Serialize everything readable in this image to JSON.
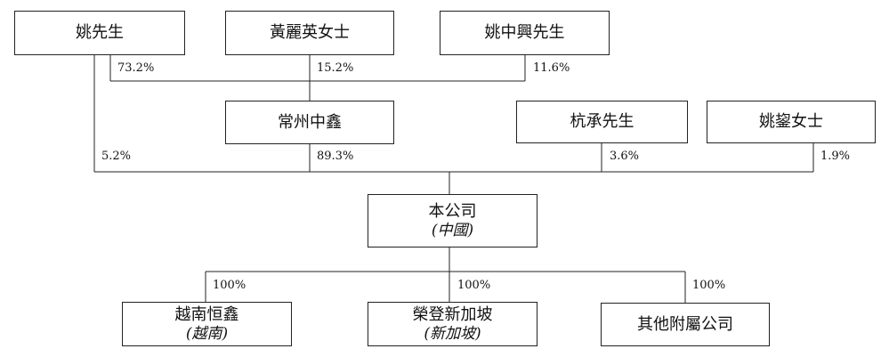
{
  "shareholders": {
    "yao": "姚先生",
    "huang": "黃麗英女士",
    "yao_zhongxing": "姚中興先生",
    "changzhou": "常州中鑫",
    "hang": "杭承先生",
    "yao_ms": "姚鋆女士"
  },
  "company": {
    "name": "本公司",
    "sub": "(中國)"
  },
  "subsidiaries": {
    "vietnam": {
      "name": "越南恒鑫",
      "sub": "(越南)"
    },
    "singapore": {
      "name": "榮登新加坡",
      "sub": "(新加坡)"
    },
    "others": {
      "name": "其他附屬公司"
    }
  },
  "percentages": {
    "yao_to_cz": "73.2%",
    "huang_to_cz": "15.2%",
    "yzx_to_cz": "11.6%",
    "yao_to_co": "5.2%",
    "cz_to_co": "89.3%",
    "hang_to_co": "3.6%",
    "yaoms_to_co": "1.9%",
    "co_to_vn": "100%",
    "co_to_sg": "100%",
    "co_to_other": "100%"
  }
}
